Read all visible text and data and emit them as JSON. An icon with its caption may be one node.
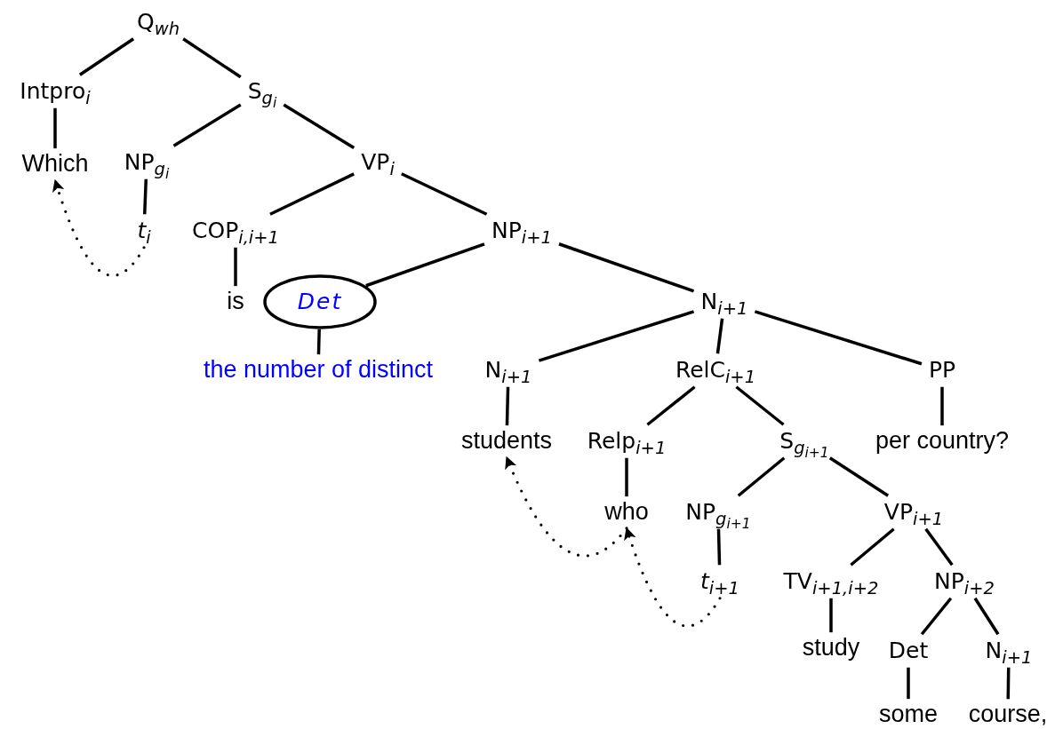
{
  "diagram": {
    "nodes": [
      {
        "text": [
          "Q$_{wh}$"
        ]
      },
      {
        "text": [
          "Intpro$_{i}$"
        ]
      },
      {
        "text": [
          "S$_{g}$$_{i}$"
        ]
      },
      {
        "text": [
          "Which"
        ]
      },
      {
        "text": [
          "NP$_{g}$$_{i}$"
        ]
      },
      {
        "text": [
          "VP$_{i}$"
        ]
      },
      {
        "text": [
          "*t*$_{i}$"
        ]
      },
      {
        "text": [
          "COP$_{i,i+1}$"
        ]
      },
      {
        "text": [
          "NP$_{i+1}$"
        ]
      },
      {
        "text": [
          "is"
        ]
      },
      {
        "text": [],
        "shape": "ellipse"
      },
      {
        "text": [
          "Det"
        ],
        "in": 10
      },
      {
        "text": [
          "the number of distinct"
        ]
      },
      {
        "text": [
          "N$_{i+1}$"
        ]
      },
      {
        "text": [
          "N$_{i+1}$"
        ]
      },
      {
        "text": [
          "RelC$_{i+1}$"
        ]
      },
      {
        "text": [
          "PP"
        ]
      },
      {
        "text": [
          "students"
        ]
      },
      {
        "text": [
          "Relp$_{i+1}$"
        ]
      },
      {
        "text": [
          "S$_{g}$$_{i+1}$"
        ]
      },
      {
        "text": [
          "per country?"
        ]
      },
      {
        "text": [
          "who"
        ]
      },
      {
        "text": [
          "NP$_{g}$$_{i+1}$"
        ]
      },
      {
        "text": [
          "VP$_{i+1}$"
        ]
      },
      {
        "text": [
          "*t*$_{i+1}$"
        ]
      },
      {
        "text": [
          "TV$_{i+1,i+2}$"
        ]
      },
      {
        "text": [
          "NP$_{i+2}$"
        ]
      },
      {
        "text": [
          "study"
        ]
      },
      {
        "text": [
          "Det"
        ]
      },
      {
        "text": [
          "N$_{i+1}$"
        ]
      },
      {
        "text": [
          "some"
        ]
      },
      {
        "text": [
          "course,"
        ]
      }
    ],
    "edges": [
      {
        "from": 0,
        "to": 1,
        "arrow": "none"
      },
      {
        "from": 0,
        "to": 2,
        "arrow": "none"
      },
      {
        "from": 1,
        "to": 3,
        "arrow": "none"
      },
      {
        "from": 2,
        "to": 4,
        "arrow": "none"
      },
      {
        "from": 2,
        "to": 5,
        "arrow": "none"
      },
      {
        "from": 4,
        "to": 6,
        "arrow": "none"
      },
      {
        "from": 5,
        "to": 7,
        "arrow": "none"
      },
      {
        "from": 5,
        "to": 8,
        "arrow": "none"
      },
      {
        "from": 7,
        "to": 9,
        "arrow": "none"
      },
      {
        "from": 8,
        "to": 10,
        "arrow": "none"
      },
      {
        "from": 10,
        "to": 12,
        "arrow": "none"
      },
      {
        "from": 8,
        "to": 13,
        "arrow": "none"
      },
      {
        "from": 13,
        "to": 14,
        "arrow": "none"
      },
      {
        "from": 13,
        "to": 15,
        "arrow": "none"
      },
      {
        "from": 13,
        "to": 16,
        "arrow": "none"
      },
      {
        "from": 14,
        "to": 17,
        "arrow": "none"
      },
      {
        "from": 15,
        "to": 18,
        "arrow": "none"
      },
      {
        "from": 15,
        "to": 19,
        "arrow": "none"
      },
      {
        "from": 16,
        "to": 20,
        "arrow": "none"
      },
      {
        "from": 18,
        "to": 21,
        "arrow": "none"
      },
      {
        "from": 19,
        "to": 22,
        "arrow": "none"
      },
      {
        "from": 19,
        "to": 23,
        "arrow": "none"
      },
      {
        "from": 22,
        "to": 24,
        "arrow": "none"
      },
      {
        "from": 23,
        "to": 25,
        "arrow": "none"
      },
      {
        "from": 23,
        "to": 26,
        "arrow": "none"
      },
      {
        "from": 25,
        "to": 27,
        "arrow": "none"
      },
      {
        "from": 26,
        "to": 28,
        "arrow": "none"
      },
      {
        "from": 26,
        "to": 29,
        "arrow": "none"
      },
      {
        "from": 28,
        "to": 30,
        "arrow": "none"
      },
      {
        "from": 29,
        "to": 31,
        "arrow": "none"
      },
      {
        "from": 6,
        "to": 3,
        "arrow": "to",
        "style": "dashed"
      },
      {
        "from": 21,
        "to": 17,
        "arrow": "to",
        "style": "dashed"
      },
      {
        "from": 24,
        "to": 21,
        "arrow": "to",
        "style": "dashed"
      }
    ]
  }
}
